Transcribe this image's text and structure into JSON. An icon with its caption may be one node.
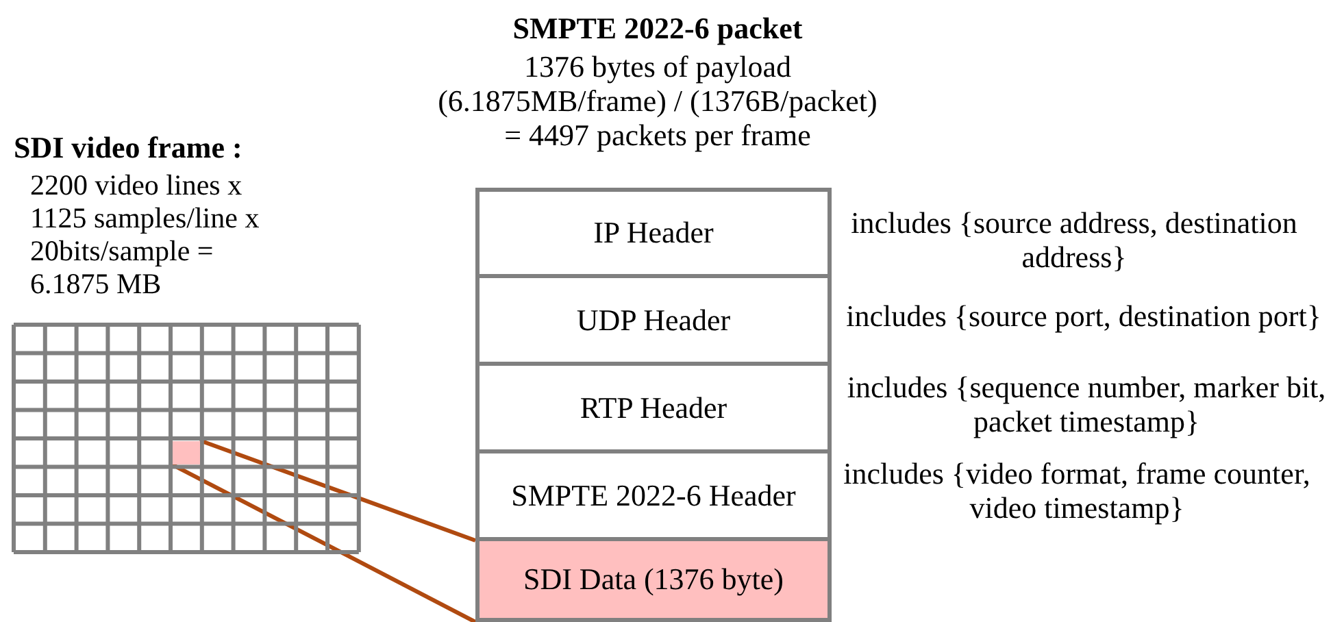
{
  "diagram": {
    "nodes": [
      {
        "text": [
          "SMPTE 2022-6 packet",
          "1376 bytes of payload (6.1875MB/frame) / (1376B/packet) = 4497 packets per frame"
        ]
      },
      {
        "text": [
          "IP Header"
        ],
        "in": 0,
        "beside": [
          "includes {source address, destination address}"
        ]
      },
      {
        "text": [
          "UDP Header"
        ],
        "in": 0,
        "beside": [
          "includes {source port, destination port}"
        ]
      },
      {
        "text": [
          "RTP Header"
        ],
        "in": 0,
        "beside": [
          "includes {sequence number, marker bit, packet timestamp}"
        ]
      },
      {
        "text": [
          "SMPTE 2022-6 Header"
        ],
        "in": 0,
        "beside": [
          "includes {video format, frame counter, video timestamp}"
        ]
      },
      {
        "text": [
          "SDI Data (1376 byte)"
        ],
        "in": 0
      },
      {
        "text": [
          "SDI video frame :",
          "2200 video lines x 1125 samples/line x 20bits/sample = 6.1875 MB"
        ]
      },
      {
        "text": [],
        "shape": "box",
        "in": 6
      }
    ],
    "edges": [
      {
        "from": 7,
        "to": 5,
        "arrow": "none"
      },
      {
        "from": 7,
        "to": 5,
        "arrow": "none"
      }
    ]
  }
}
